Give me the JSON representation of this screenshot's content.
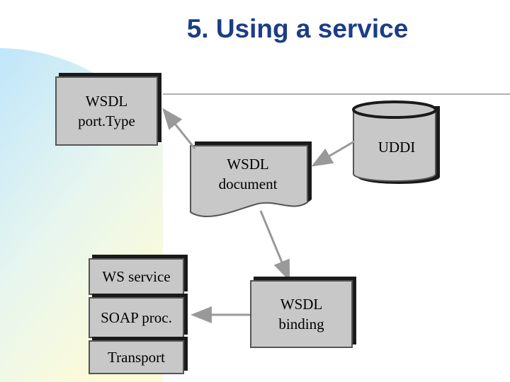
{
  "title": "5. Using a service",
  "nodes": {
    "wsdl_porttype": "WSDL port.Type",
    "wsdl_porttype_lines": [
      "WSDL",
      "port.Type"
    ],
    "wsdl_document_lines": [
      "WSDL",
      "document"
    ],
    "uddi": "UDDI",
    "wsdl_binding_lines": [
      "WSDL",
      "binding"
    ],
    "stack": {
      "top": "WS service",
      "middle": "SOAP proc.",
      "bottom": "Transport"
    }
  },
  "colors": {
    "title": "#1c3d86",
    "box_fill": "#c8c8c8",
    "box_shadow": "#1a1a1a",
    "arrow": "#999999"
  }
}
